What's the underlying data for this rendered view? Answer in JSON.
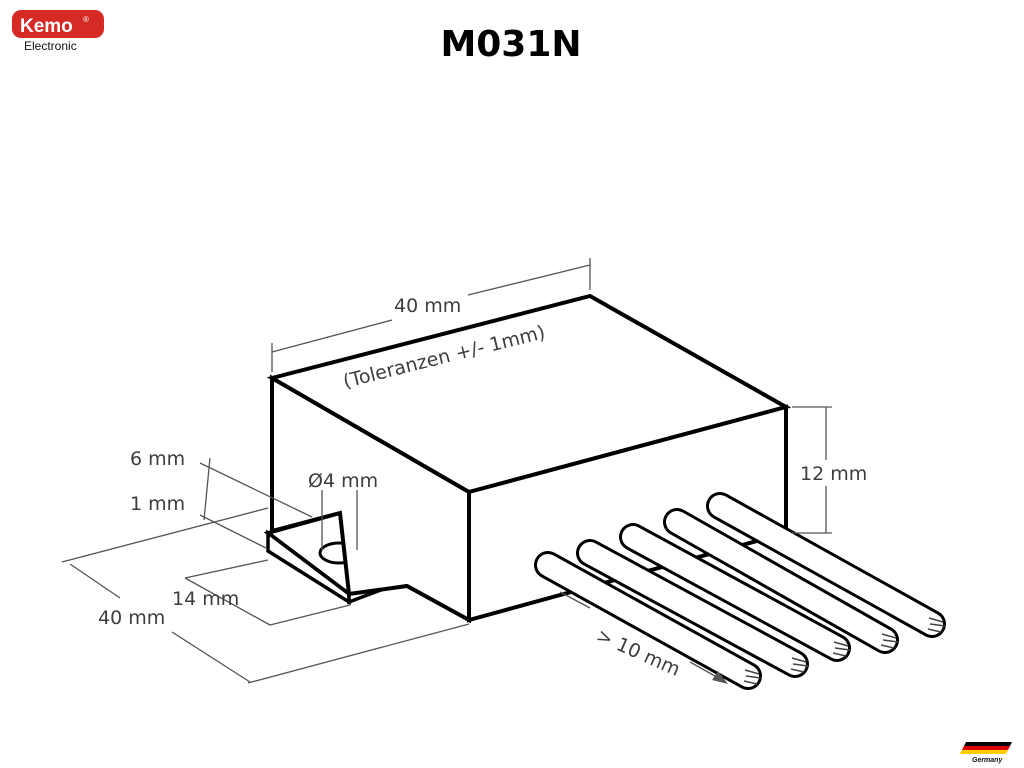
{
  "brand": {
    "name": "Kemo",
    "registered": "®",
    "sub": "Electronic",
    "red": "#d62a24"
  },
  "title": "M031N",
  "labels": {
    "width_top": "40 mm",
    "tolerance": "(Toleranzen +/- 1mm)",
    "height_right": "12 mm",
    "hole_diameter": "Ø4 mm",
    "tab_width": "6 mm",
    "tab_thickness": "1 mm",
    "tab_depth": "14 mm",
    "depth_left": "40 mm",
    "wire_length": "> 10 mm"
  },
  "made_in": "Germany",
  "flag_colors": [
    "#000000",
    "#dd0000",
    "#ffce00"
  ]
}
